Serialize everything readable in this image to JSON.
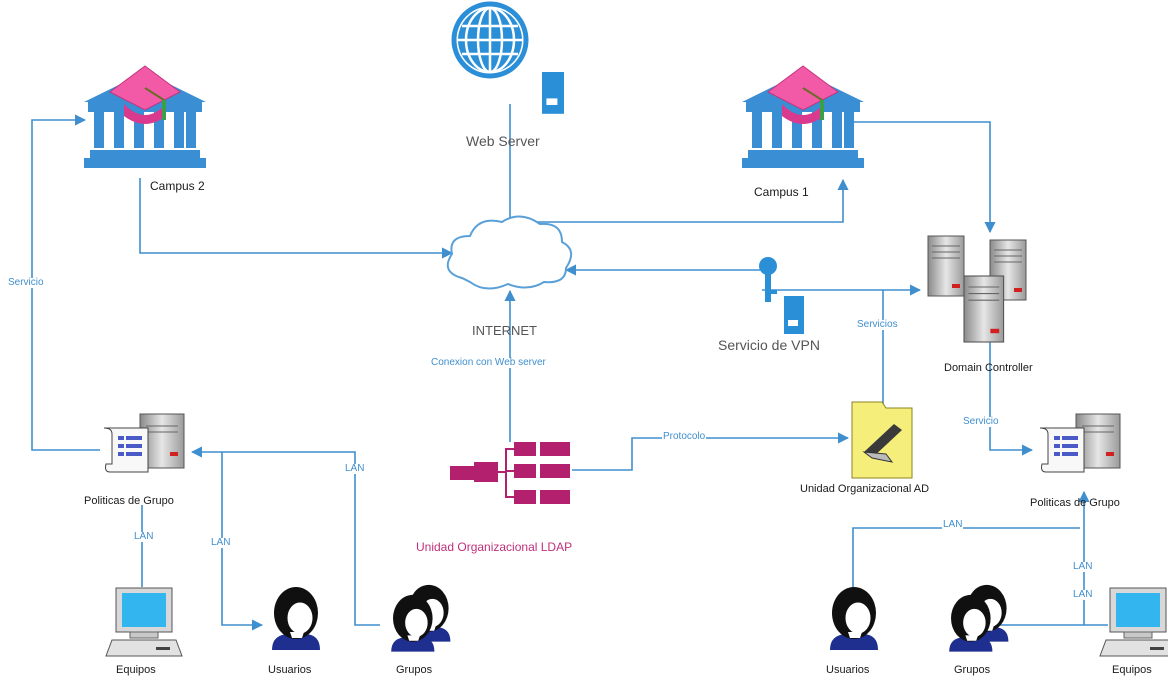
{
  "nodes": {
    "web_server": "Web Server",
    "internet": "INTERNET",
    "campus1": "Campus 1",
    "campus2": "Campus 2",
    "vpn": "Servicio de VPN",
    "domain_controller": "Domain Controller",
    "ou_ad": "Unidad Organizacional AD",
    "ou_ldap": "Unidad Organizacional LDAP",
    "gp_left": "Politicas de Grupo",
    "gp_right": "Politicas de Grupo",
    "equipos_left": "Equipos",
    "usuarios_left": "Usuarios",
    "grupos_left": "Grupos",
    "usuarios_right": "Usuarios",
    "grupos_right": "Grupos",
    "equipos_right": "Equipos"
  },
  "edge_labels": {
    "servicio_left": "Servicio",
    "conexion_web": "Conexion con Web server",
    "servicios": "Servicios",
    "servicio_right": "Servicio",
    "protocolo": "Protocolo",
    "lan_equipos_left": "LAN",
    "lan_usuarios_left": "LAN",
    "lan_grupos_left": "LAN",
    "lan_right_top": "LAN",
    "lan_right_1": "LAN",
    "lan_right_2": "LAN"
  },
  "colors": {
    "connector": "#3f8fcf",
    "campus_building": "#3a8fd4",
    "mortarboard": "#f25aa8",
    "ldap_unit": "#b3216e",
    "folder": "#f6ee7a"
  },
  "icons": {
    "web": "globe-icon",
    "server": "server-icon",
    "cloud": "cloud-icon",
    "campus": "campus-building-icon",
    "vpn_key": "key-icon",
    "domain_controller": "server-cluster-icon",
    "ou_ad": "folder-scanner-icon",
    "ou_ldap": "hierarchy-icon",
    "group_policy": "policy-server-icon",
    "user": "user-icon",
    "group": "group-icon",
    "computer": "computer-icon"
  }
}
